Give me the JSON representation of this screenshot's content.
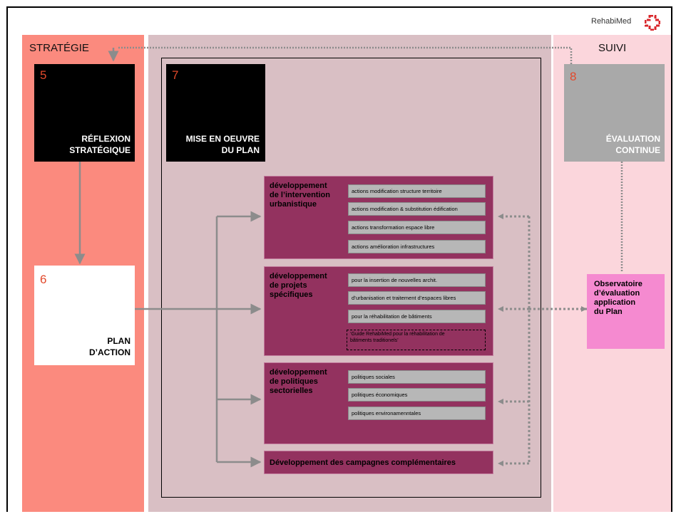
{
  "logo": {
    "text": "RehabiMed"
  },
  "columns": {
    "strategie": "STRATÉGIE",
    "suivi": "SUIVI"
  },
  "boxes": {
    "reflexion": {
      "number": "5",
      "line1": "RÉFLEXION",
      "line2": "STRATÉGIQUE"
    },
    "plan": {
      "number": "6",
      "line1": "PLAN",
      "line2": "D’ACTION"
    },
    "mise": {
      "number": "7",
      "line1": "MISE EN OEUVRE",
      "line2": "DU PLAN"
    },
    "evaluation": {
      "number": "8",
      "line1": "ÉVALUATION",
      "line2": "CONTINUE"
    }
  },
  "groups": {
    "urbanistique": {
      "title": [
        "développement",
        "de l’intervention",
        "urbanistique"
      ],
      "items": [
        "actions modification structure territoire",
        "actions modification & substitution édification",
        "actions transformation espace libre",
        "actions amélioration infrastructures"
      ]
    },
    "projets": {
      "title": [
        "développement",
        "de projets",
        "spécifiques"
      ],
      "items": [
        "pour la insertion de nouvelles archit.",
        "d’urbanisation et traitement d’espaces libres",
        "pour la réhabilitation de bâtiments"
      ],
      "guide": [
        "‘Guide RehabiMed pour la réhabilitation de",
        "bâtiments traditionels’"
      ]
    },
    "politiques": {
      "title": [
        "développement",
        "de politiques",
        "sectorielles"
      ],
      "items": [
        "politiques sociales",
        "politiques économiques",
        "politiques environamenntales"
      ]
    },
    "campagnes": {
      "title": "Développement des campagnes complémentaires"
    }
  },
  "observatoire": [
    "Observatoire",
    "d’évaluation",
    "application",
    "du Plan"
  ],
  "colors": {
    "strategie_bg": "#fb8a7e",
    "impl_bg": "#d9bfc4",
    "suivi_bg": "#fbd6dc",
    "group_bg": "#93325f",
    "observatoire_bg": "#f58ad0",
    "number": "#e2492b",
    "arrow": "#8c8c8c"
  }
}
